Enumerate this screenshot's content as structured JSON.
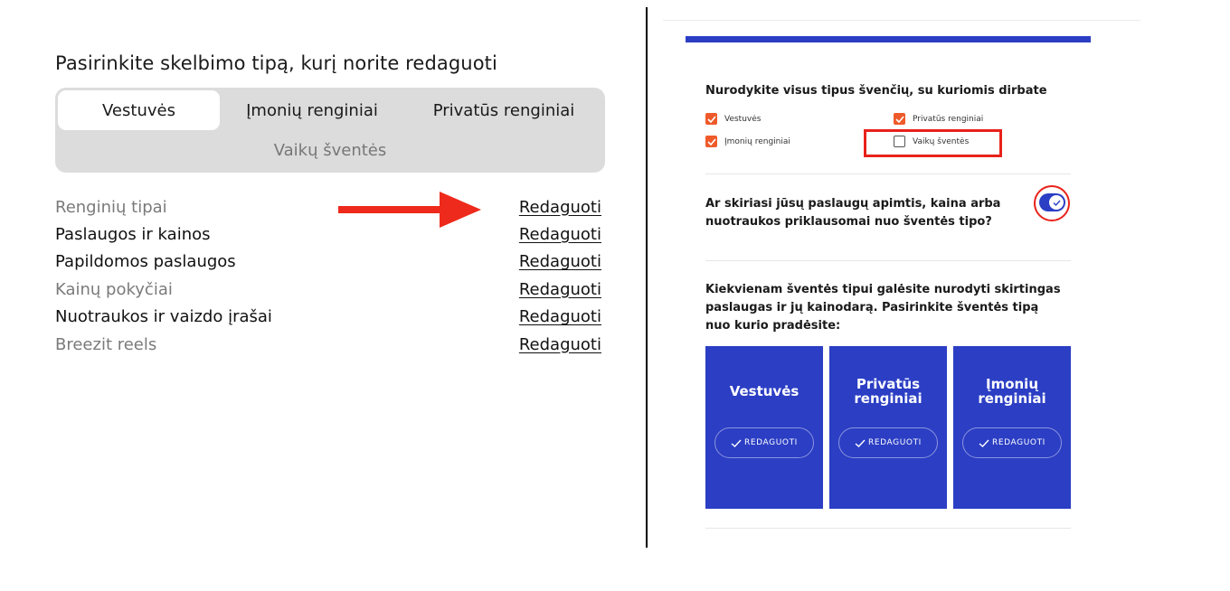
{
  "left": {
    "title": "Pasirinkite skelbimo tipą, kurį norite redaguoti",
    "tabs": [
      {
        "label": "Vestuvės",
        "active": true
      },
      {
        "label": "Įmonių renginiai",
        "active": false
      },
      {
        "label": "Privatūs renginiai",
        "active": false
      },
      {
        "label": "Vaikų šventės",
        "active": false
      }
    ],
    "sections": [
      {
        "label": "Renginių tipai",
        "link": "Redaguoti"
      },
      {
        "label": "Paslaugos ir kainos",
        "link": "Redaguoti"
      },
      {
        "label": "Papildomos paslaugos",
        "link": "Redaguoti"
      },
      {
        "label": "Kainų pokyčiai",
        "link": "Redaguoti"
      },
      {
        "label": "Nuotraukos ir vaizdo įrašai",
        "link": "Redaguoti"
      },
      {
        "label": "Breezit reels",
        "link": "Redaguoti"
      }
    ]
  },
  "right": {
    "question1": "Nurodykite visus tipus švenčių, su kuriomis dirbate",
    "checkboxes": [
      {
        "label": "Vestuvės",
        "checked": true
      },
      {
        "label": "Privatūs renginiai",
        "checked": true
      },
      {
        "label": "Įmonių renginiai",
        "checked": true
      },
      {
        "label": "Vaikų šventės",
        "checked": false
      }
    ],
    "question2": "Ar skiriasi jūsų paslaugų apimtis, kaina arba nuotraukos priklausomai nuo šventės tipo?",
    "toggle_on": true,
    "question3": "Kiekvienam šventės tipui galėsite nurodyti skirtingas paslaugas ir jų kainodarą. Pasirinkite šventės tipą nuo kurio pradėsite:",
    "cards": [
      {
        "title_line1": "Vestuvės",
        "title_line2": "",
        "button": "REDAGUOTI"
      },
      {
        "title_line1": "Privatūs",
        "title_line2": "renginiai",
        "button": "REDAGUOTI"
      },
      {
        "title_line1": "Įmonių",
        "title_line2": "renginiai",
        "button": "REDAGUOTI"
      }
    ]
  },
  "colors": {
    "accent_blue": "#2b3ec4",
    "checkbox_orange": "#ef5a2a",
    "annotation_red": "#e8221b",
    "tab_bg": "#dcdcdc"
  }
}
